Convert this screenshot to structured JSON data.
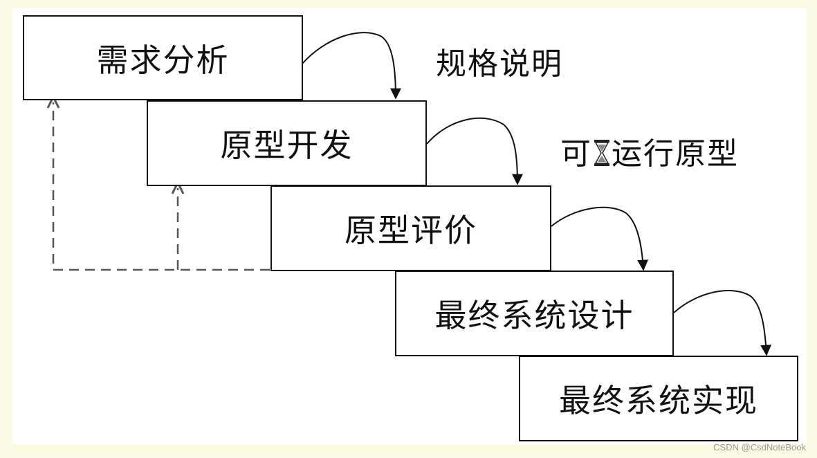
{
  "diagram": {
    "stages": [
      {
        "id": "s1",
        "label": "需求分析"
      },
      {
        "id": "s2",
        "label": "原型开发"
      },
      {
        "id": "s3",
        "label": "原型评价"
      },
      {
        "id": "s4",
        "label": "最终系统设计"
      },
      {
        "id": "s5",
        "label": "最终系统实现"
      }
    ],
    "outputs": {
      "spec": "规格说明",
      "prototype_prefix": "可",
      "prototype_suffix": "运行原型"
    },
    "icons": {
      "loading": "hourglass-icon"
    },
    "colors": {
      "frame_bg": "#fbfbe3",
      "line": "#111111",
      "dashed": "#555555"
    }
  },
  "watermark": "CSDN @CsdNoteBook"
}
